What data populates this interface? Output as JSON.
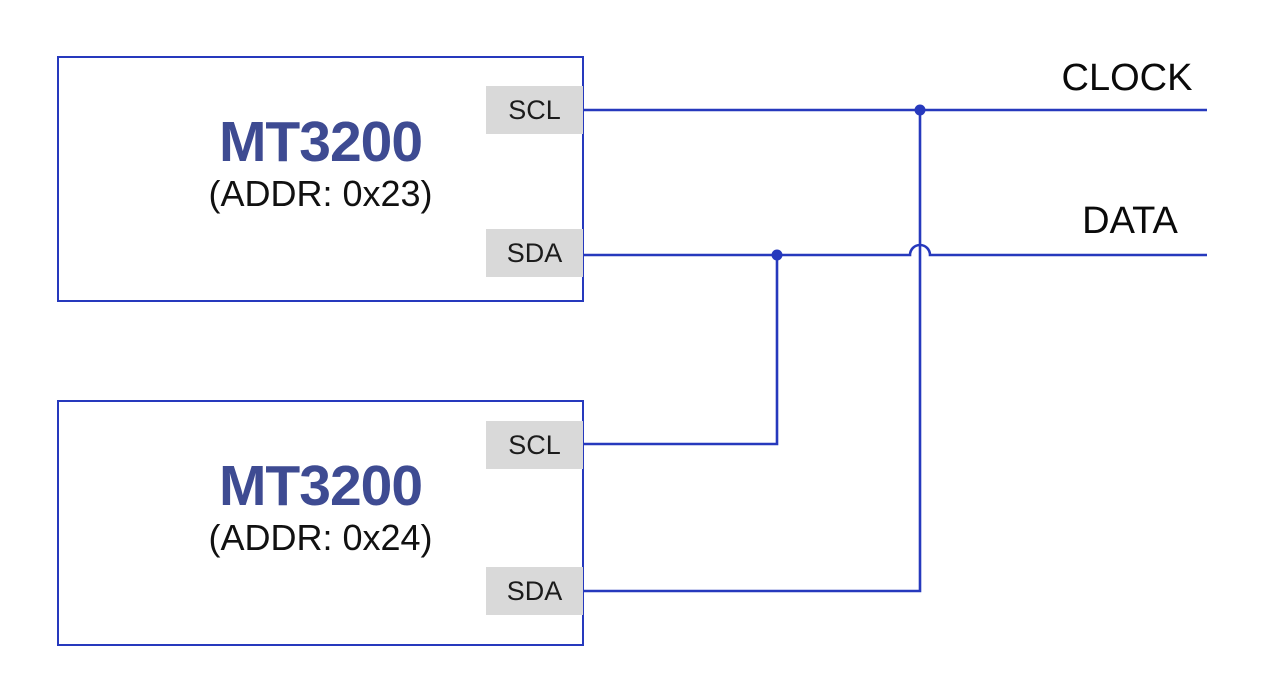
{
  "diagram": {
    "devices": [
      {
        "name": "MT3200",
        "address": "(ADDR: 0x23)",
        "pins": [
          "SCL",
          "SDA"
        ]
      },
      {
        "name": "MT3200",
        "address": "(ADDR: 0x24)",
        "pins": [
          "SCL",
          "SDA"
        ]
      }
    ],
    "bus": {
      "clock": "CLOCK",
      "data": "DATA"
    },
    "colors": {
      "wire": "#2639bd",
      "device_title": "#3e4b92",
      "pin_bg": "#d9d9d9",
      "pin_text": "#1c1c1c",
      "label_text": "#0a0a0a",
      "background": "#ffffff"
    }
  }
}
